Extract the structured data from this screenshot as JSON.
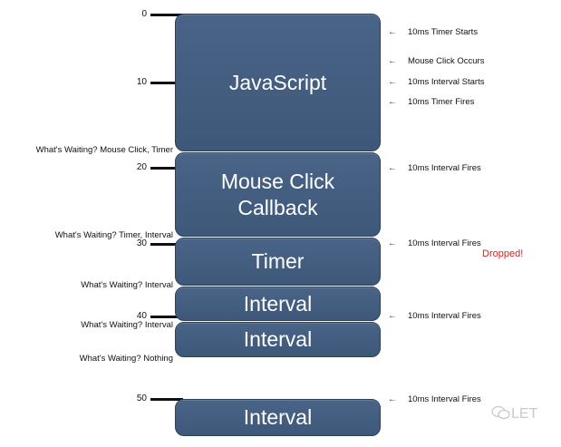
{
  "timeline": {
    "ticks": [
      {
        "label": "0"
      },
      {
        "label": "10"
      },
      {
        "label": "20"
      },
      {
        "label": "30"
      },
      {
        "label": "40"
      },
      {
        "label": "50"
      }
    ]
  },
  "blocks": [
    {
      "label": "JavaScript"
    },
    {
      "label": "Mouse Click\nCallback"
    },
    {
      "label": "Timer"
    },
    {
      "label": "Interval"
    },
    {
      "label": "Interval"
    },
    {
      "label": "Interval"
    }
  ],
  "waiting": [
    {
      "text": "What's Waiting? Mouse Click, Timer"
    },
    {
      "text": "What's Waiting? Timer, Interval"
    },
    {
      "text": "What's Waiting? Interval"
    },
    {
      "text": "What's Waiting? Interval"
    },
    {
      "text": "What's Waiting? Nothing"
    }
  ],
  "events": [
    {
      "text": "10ms Timer Starts"
    },
    {
      "text": "Mouse Click Occurs"
    },
    {
      "text": "10ms Interval Starts"
    },
    {
      "text": "10ms Timer Fires"
    },
    {
      "text": "10ms Interval Fires"
    },
    {
      "text": "10ms Interval Fires"
    },
    {
      "text": "10ms Interval Fires"
    },
    {
      "text": "10ms Interval Fires"
    }
  ],
  "dropped_label": "Dropped!",
  "watermark": {
    "text": "LET"
  },
  "colors": {
    "block": "#3e5879",
    "dropped": "#d62222",
    "text": "#111111"
  }
}
